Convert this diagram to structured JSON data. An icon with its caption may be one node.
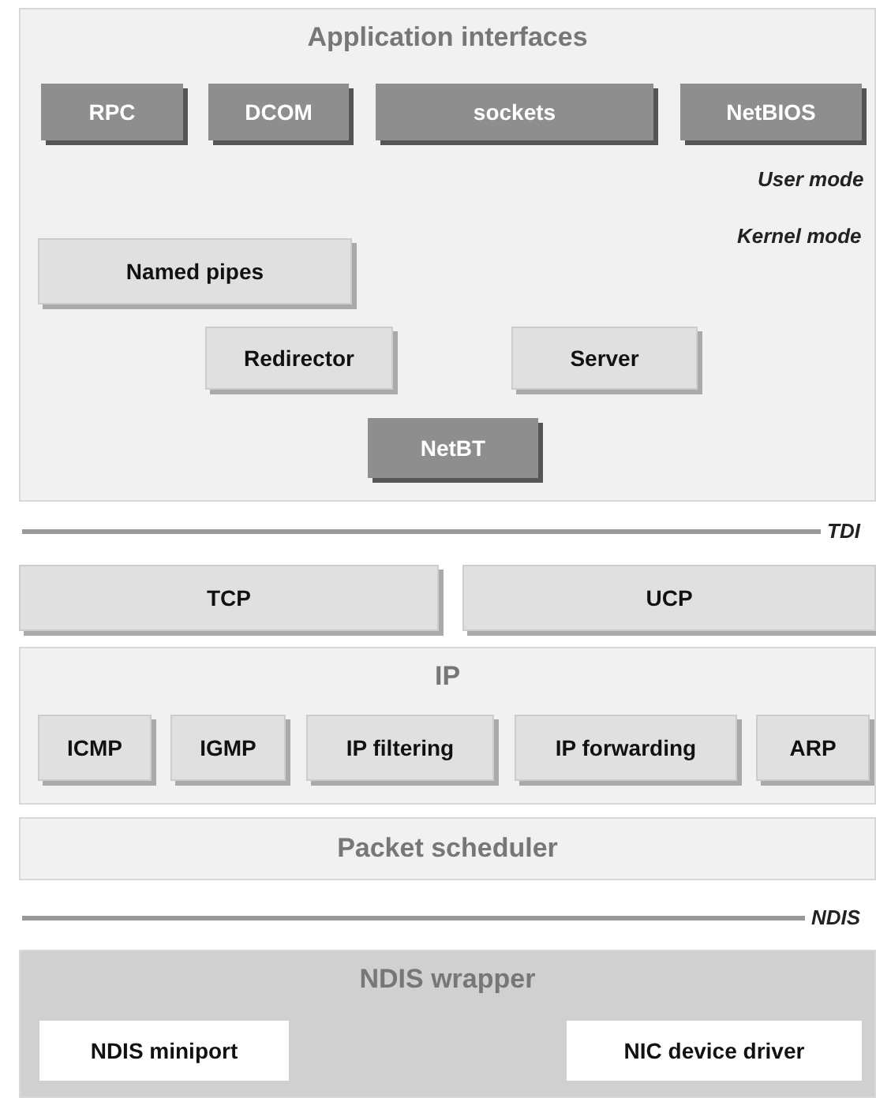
{
  "diagram": {
    "nodes": [
      {
        "text": [
          "Application interfaces"
        ]
      },
      {
        "text": [
          "RPC"
        ],
        "in": 0
      },
      {
        "text": [
          "DCOM"
        ],
        "in": 0
      },
      {
        "text": [
          "sockets"
        ],
        "in": 0
      },
      {
        "text": [
          "NetBIOS"
        ],
        "in": 0
      },
      {
        "text": [
          "Named pipes"
        ],
        "in": 0
      },
      {
        "text": [
          "Redirector"
        ],
        "in": 0
      },
      {
        "text": [
          "Server"
        ],
        "in": 0
      },
      {
        "text": [
          "NetBT"
        ],
        "in": 0
      },
      {
        "text": [
          "TCP"
        ]
      },
      {
        "text": [
          "UCP"
        ]
      },
      {
        "text": [
          "IP"
        ]
      },
      {
        "text": [
          "ICMP"
        ],
        "in": 11
      },
      {
        "text": [
          "IGMP"
        ],
        "in": 11
      },
      {
        "text": [
          "IP filtering"
        ],
        "in": 11
      },
      {
        "text": [
          "IP forwarding"
        ],
        "in": 11
      },
      {
        "text": [
          "ARP"
        ],
        "in": 11
      },
      {
        "text": [
          "Packet scheduler"
        ]
      },
      {
        "text": [
          "NDIS wrapper"
        ]
      },
      {
        "text": [
          "NDIS miniport"
        ],
        "in": 18
      },
      {
        "text": [
          "NIC device driver"
        ],
        "in": 18
      }
    ],
    "labels": [
      "User mode",
      "Kernel mode",
      "TDI",
      "NDIS"
    ]
  }
}
